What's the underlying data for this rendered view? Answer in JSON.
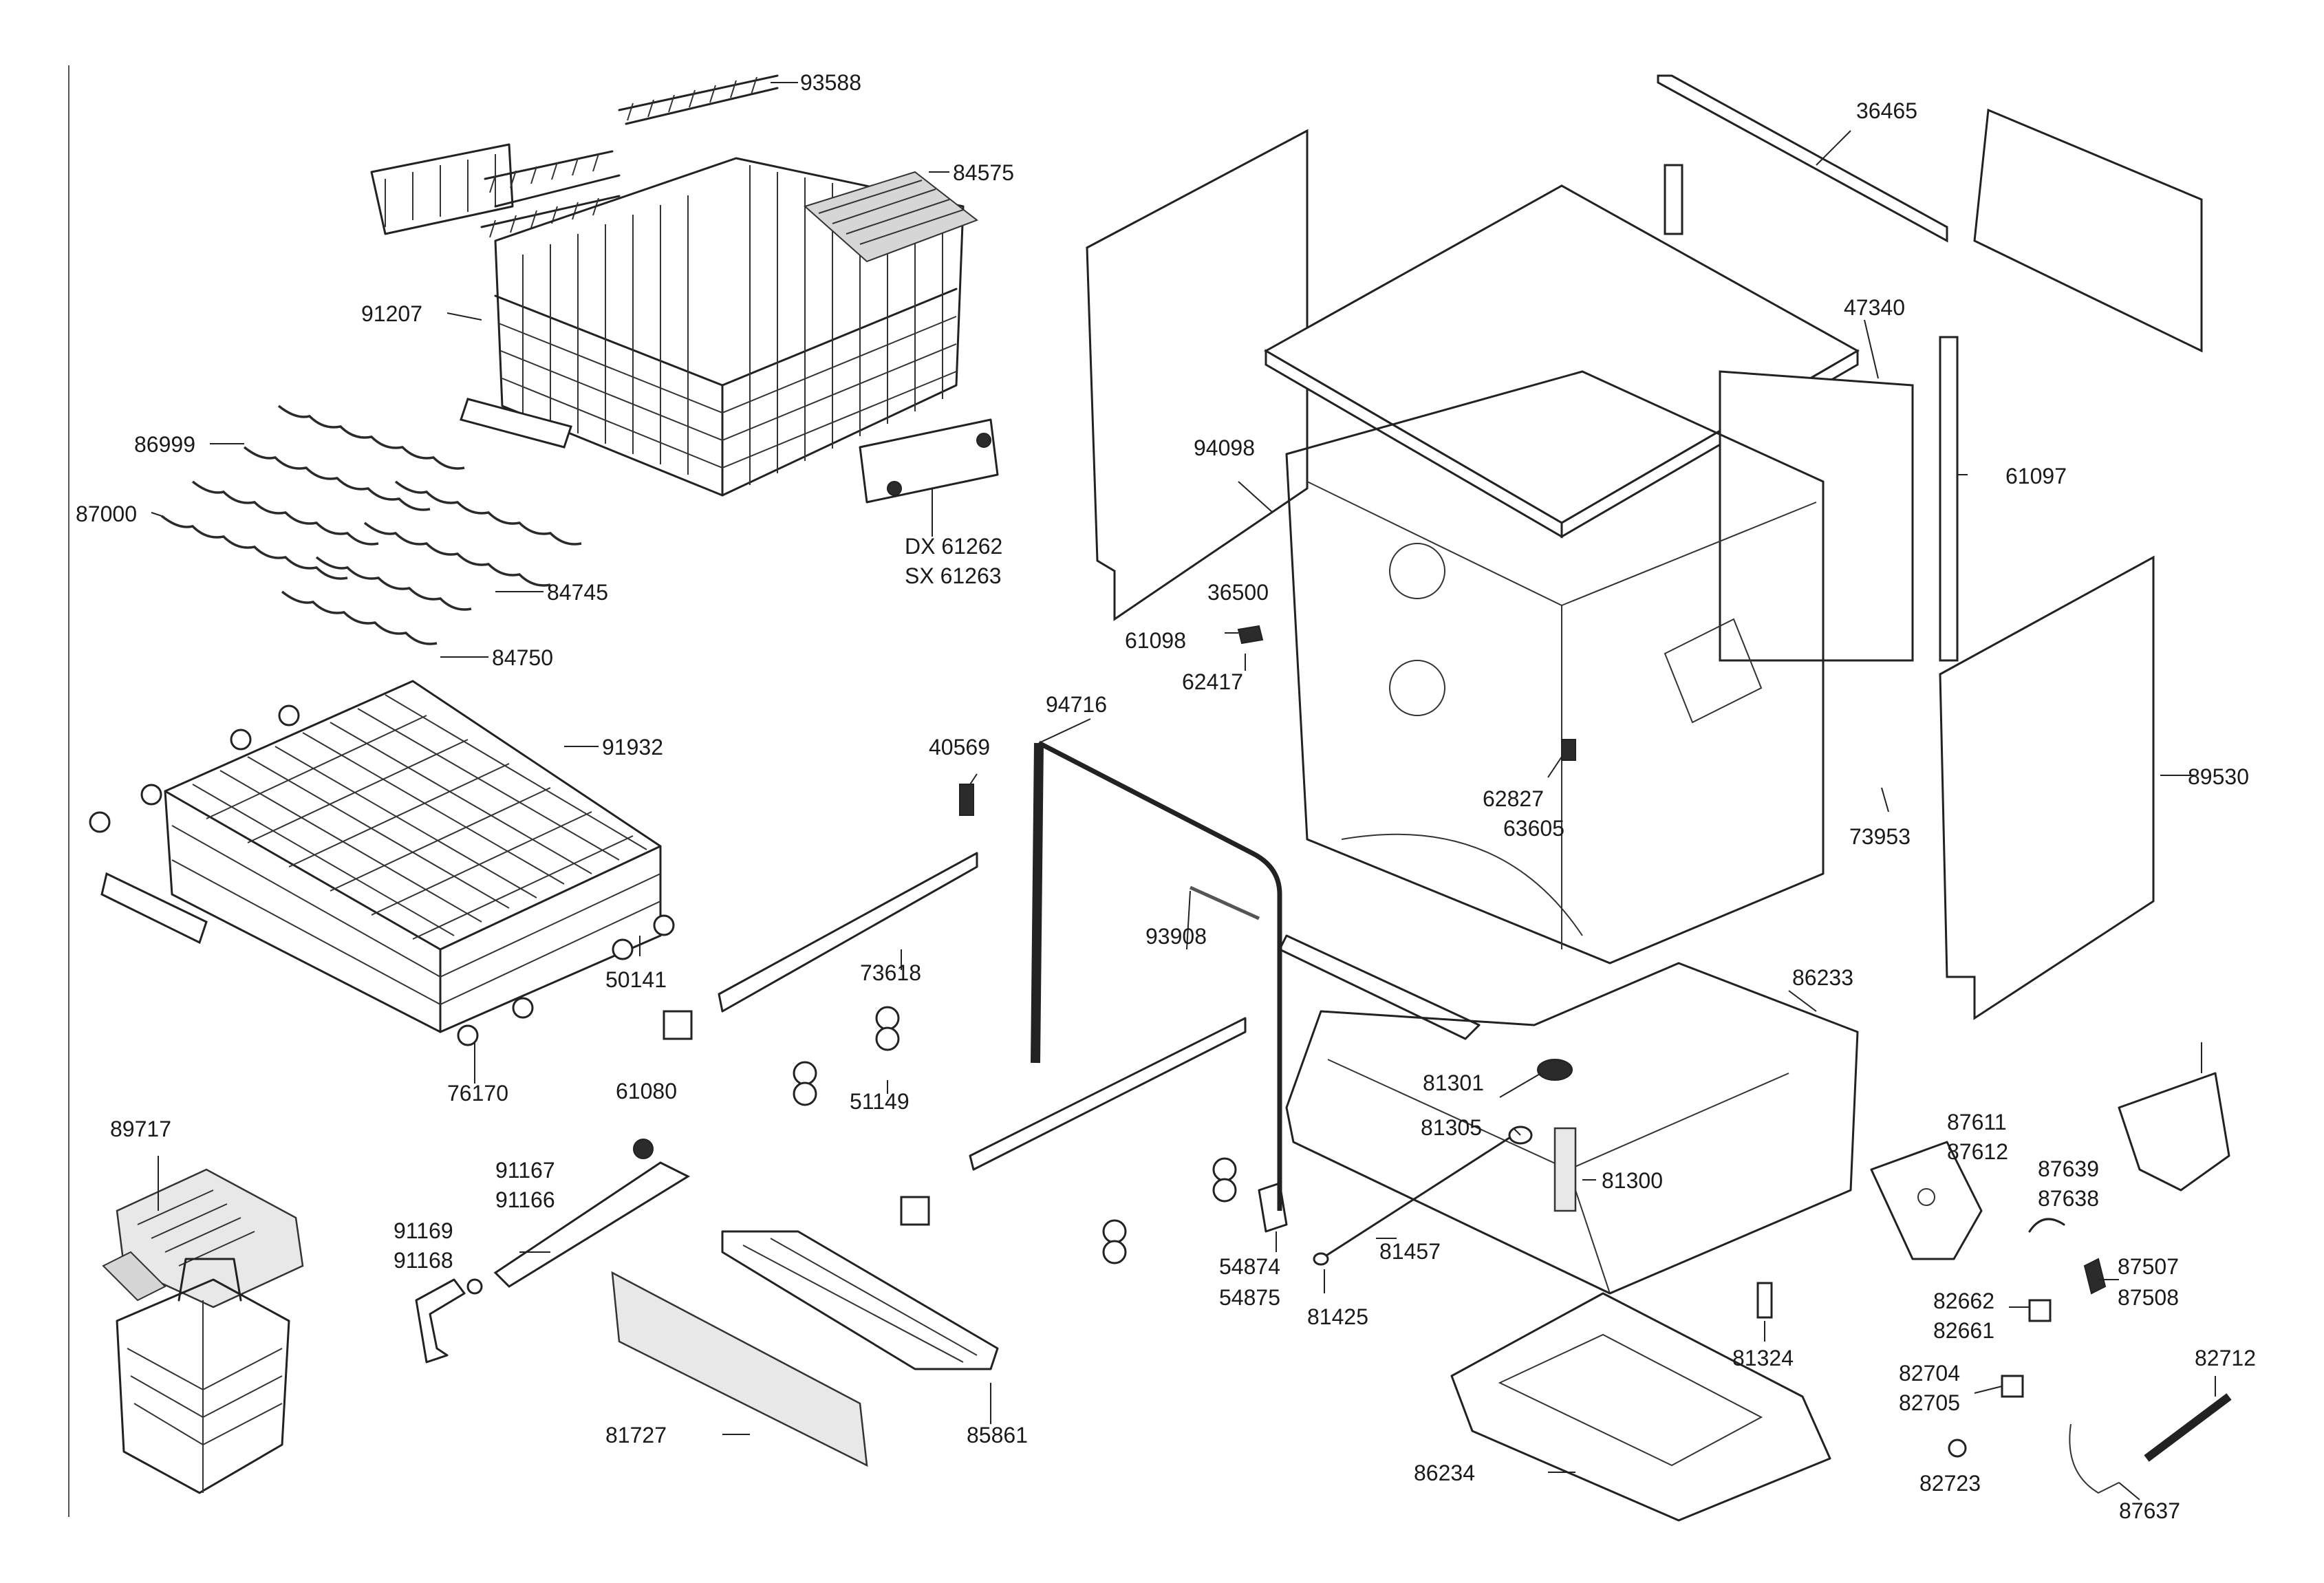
{
  "diagram": {
    "part_labels": [
      {
        "id": "p93588",
        "text": "93588"
      },
      {
        "id": "p84575",
        "text": "84575"
      },
      {
        "id": "p91207",
        "text": "91207"
      },
      {
        "id": "p86999",
        "text": "86999"
      },
      {
        "id": "p87000",
        "text": "87000"
      },
      {
        "id": "p84745",
        "text": "84745"
      },
      {
        "id": "p84750",
        "text": "84750"
      },
      {
        "id": "p61262",
        "text": "DX 61262"
      },
      {
        "id": "p61263",
        "text": "SX 61263"
      },
      {
        "id": "p91932",
        "text": "91932"
      },
      {
        "id": "p50141",
        "text": "50141"
      },
      {
        "id": "p76170",
        "text": "76170"
      },
      {
        "id": "p89717",
        "text": "89717"
      },
      {
        "id": "p61080",
        "text": "61080"
      },
      {
        "id": "p91167",
        "text": "91167"
      },
      {
        "id": "p91166",
        "text": "91166"
      },
      {
        "id": "p91169",
        "text": "91169"
      },
      {
        "id": "p91168",
        "text": "91168"
      },
      {
        "id": "p81727",
        "text": "81727"
      },
      {
        "id": "p40569",
        "text": "40569"
      },
      {
        "id": "p73618",
        "text": "73618"
      },
      {
        "id": "p51149",
        "text": "51149"
      },
      {
        "id": "p85861",
        "text": "85861"
      },
      {
        "id": "p94716",
        "text": "94716"
      },
      {
        "id": "p93908",
        "text": "93908"
      },
      {
        "id": "p54874",
        "text": "54874"
      },
      {
        "id": "p54875",
        "text": "54875"
      },
      {
        "id": "p81425",
        "text": "81425"
      },
      {
        "id": "p81457",
        "text": "81457"
      },
      {
        "id": "p81301",
        "text": "81301"
      },
      {
        "id": "p81305",
        "text": "81305"
      },
      {
        "id": "p81300",
        "text": "81300"
      },
      {
        "id": "p81324",
        "text": "81324"
      },
      {
        "id": "p86234",
        "text": "86234"
      },
      {
        "id": "p86233",
        "text": "86233"
      },
      {
        "id": "p94098",
        "text": "94098"
      },
      {
        "id": "p36500",
        "text": "36500"
      },
      {
        "id": "p61098",
        "text": "61098"
      },
      {
        "id": "p62417",
        "text": "62417"
      },
      {
        "id": "p62827",
        "text": "62827"
      },
      {
        "id": "p63605",
        "text": "63605"
      },
      {
        "id": "p36465",
        "text": "36465"
      },
      {
        "id": "p47340",
        "text": "47340"
      },
      {
        "id": "p61097",
        "text": "61097"
      },
      {
        "id": "p73953",
        "text": "73953"
      },
      {
        "id": "p89530",
        "text": "89530"
      },
      {
        "id": "p87611",
        "text": "87611"
      },
      {
        "id": "p87612",
        "text": "87612"
      },
      {
        "id": "p87639",
        "text": "87639"
      },
      {
        "id": "p87638",
        "text": "87638"
      },
      {
        "id": "p87507",
        "text": "87507"
      },
      {
        "id": "p87508",
        "text": "87508"
      },
      {
        "id": "p82662",
        "text": "82662"
      },
      {
        "id": "p82661",
        "text": "82661"
      },
      {
        "id": "p82704",
        "text": "82704"
      },
      {
        "id": "p82705",
        "text": "82705"
      },
      {
        "id": "p82712",
        "text": "82712"
      },
      {
        "id": "p82723",
        "text": "82723"
      },
      {
        "id": "p87637",
        "text": "87637"
      }
    ]
  }
}
